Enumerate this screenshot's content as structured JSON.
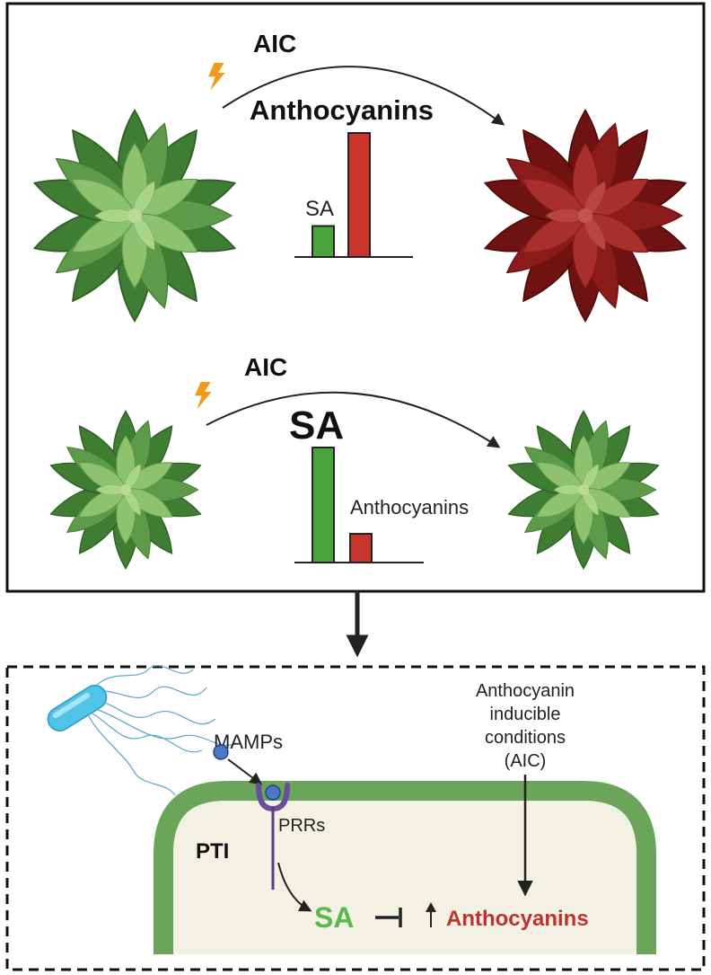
{
  "top_panel": {
    "row1": {
      "aic_label": "AIC",
      "title": "Anthocyanins",
      "small_bar_label": "SA",
      "bars": {
        "sa": 0.25,
        "anthocyanins": 1.0
      }
    },
    "row2": {
      "aic_label": "AIC",
      "title": "SA",
      "small_bar_label": "Anthocyanins",
      "bars": {
        "sa": 1.0,
        "anthocyanins": 0.25
      }
    }
  },
  "bottom_panel": {
    "mamps_label": "MAMPs",
    "aic_lines": [
      "Anthocyanin",
      "inducible",
      "conditions",
      "(AIC)"
    ],
    "pti_label": "PTI",
    "prrs_label": "PRRs",
    "sa_label": "SA",
    "anthocyanins_label": "Anthocyanins"
  },
  "colors": {
    "leaf_green": "#5d9a4a",
    "leaf_red": "#8b1a1a",
    "bar_green": "#4aa43c",
    "bar_red": "#c9342d",
    "cell_wall": "#6aa55a",
    "cytoplasm": "#f2f1e4",
    "sa_text": "#5bb84a",
    "antho_text": "#c0322a",
    "bolt": "#f39a1e",
    "bacterium": "#4fc3e8",
    "mamp": "#4a78c8",
    "receptor": "#6b4c9a"
  }
}
